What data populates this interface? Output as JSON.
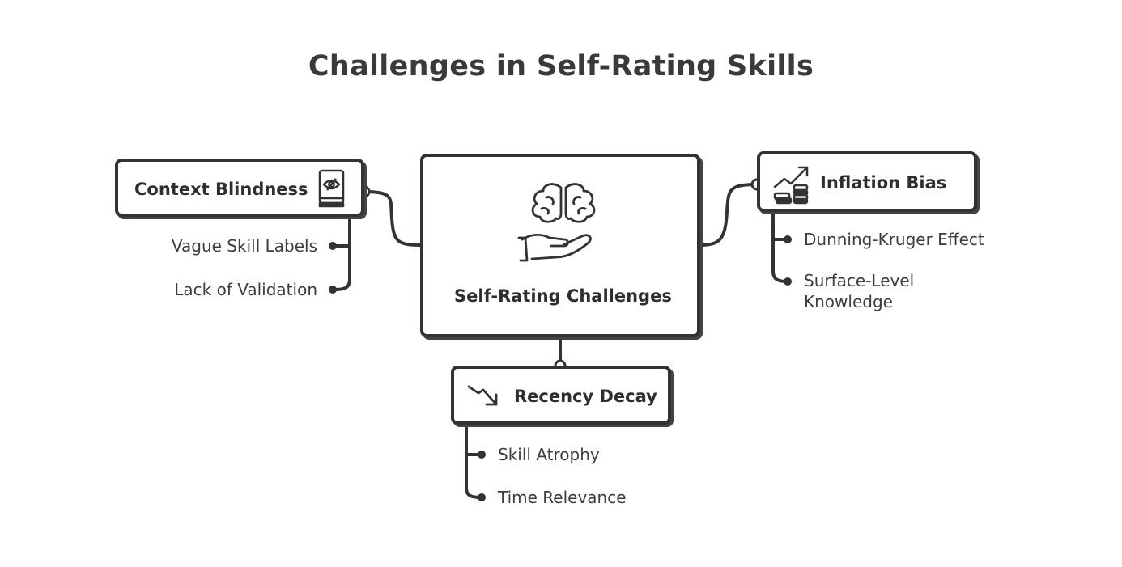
{
  "title": "Challenges in Self-Rating Skills",
  "center": {
    "label": "Self-Rating Challenges",
    "icon": "brain-hand-icon"
  },
  "nodes": {
    "left": {
      "label": "Context Blindness",
      "icon": "book-eye-icon",
      "items": [
        "Vague Skill Labels",
        "Lack of Validation"
      ]
    },
    "right": {
      "label": "Inflation Bias",
      "icon": "rising-chart-coins-icon",
      "items": [
        "Dunning-Kruger Effect",
        "Surface-Level\nKnowledge"
      ]
    },
    "bottom": {
      "label": "Recency Decay",
      "icon": "downtrend-arrow-icon",
      "items": [
        "Skill Atrophy",
        "Time Relevance"
      ]
    }
  },
  "colors": {
    "stroke": "#333333",
    "background": "#ffffff"
  }
}
